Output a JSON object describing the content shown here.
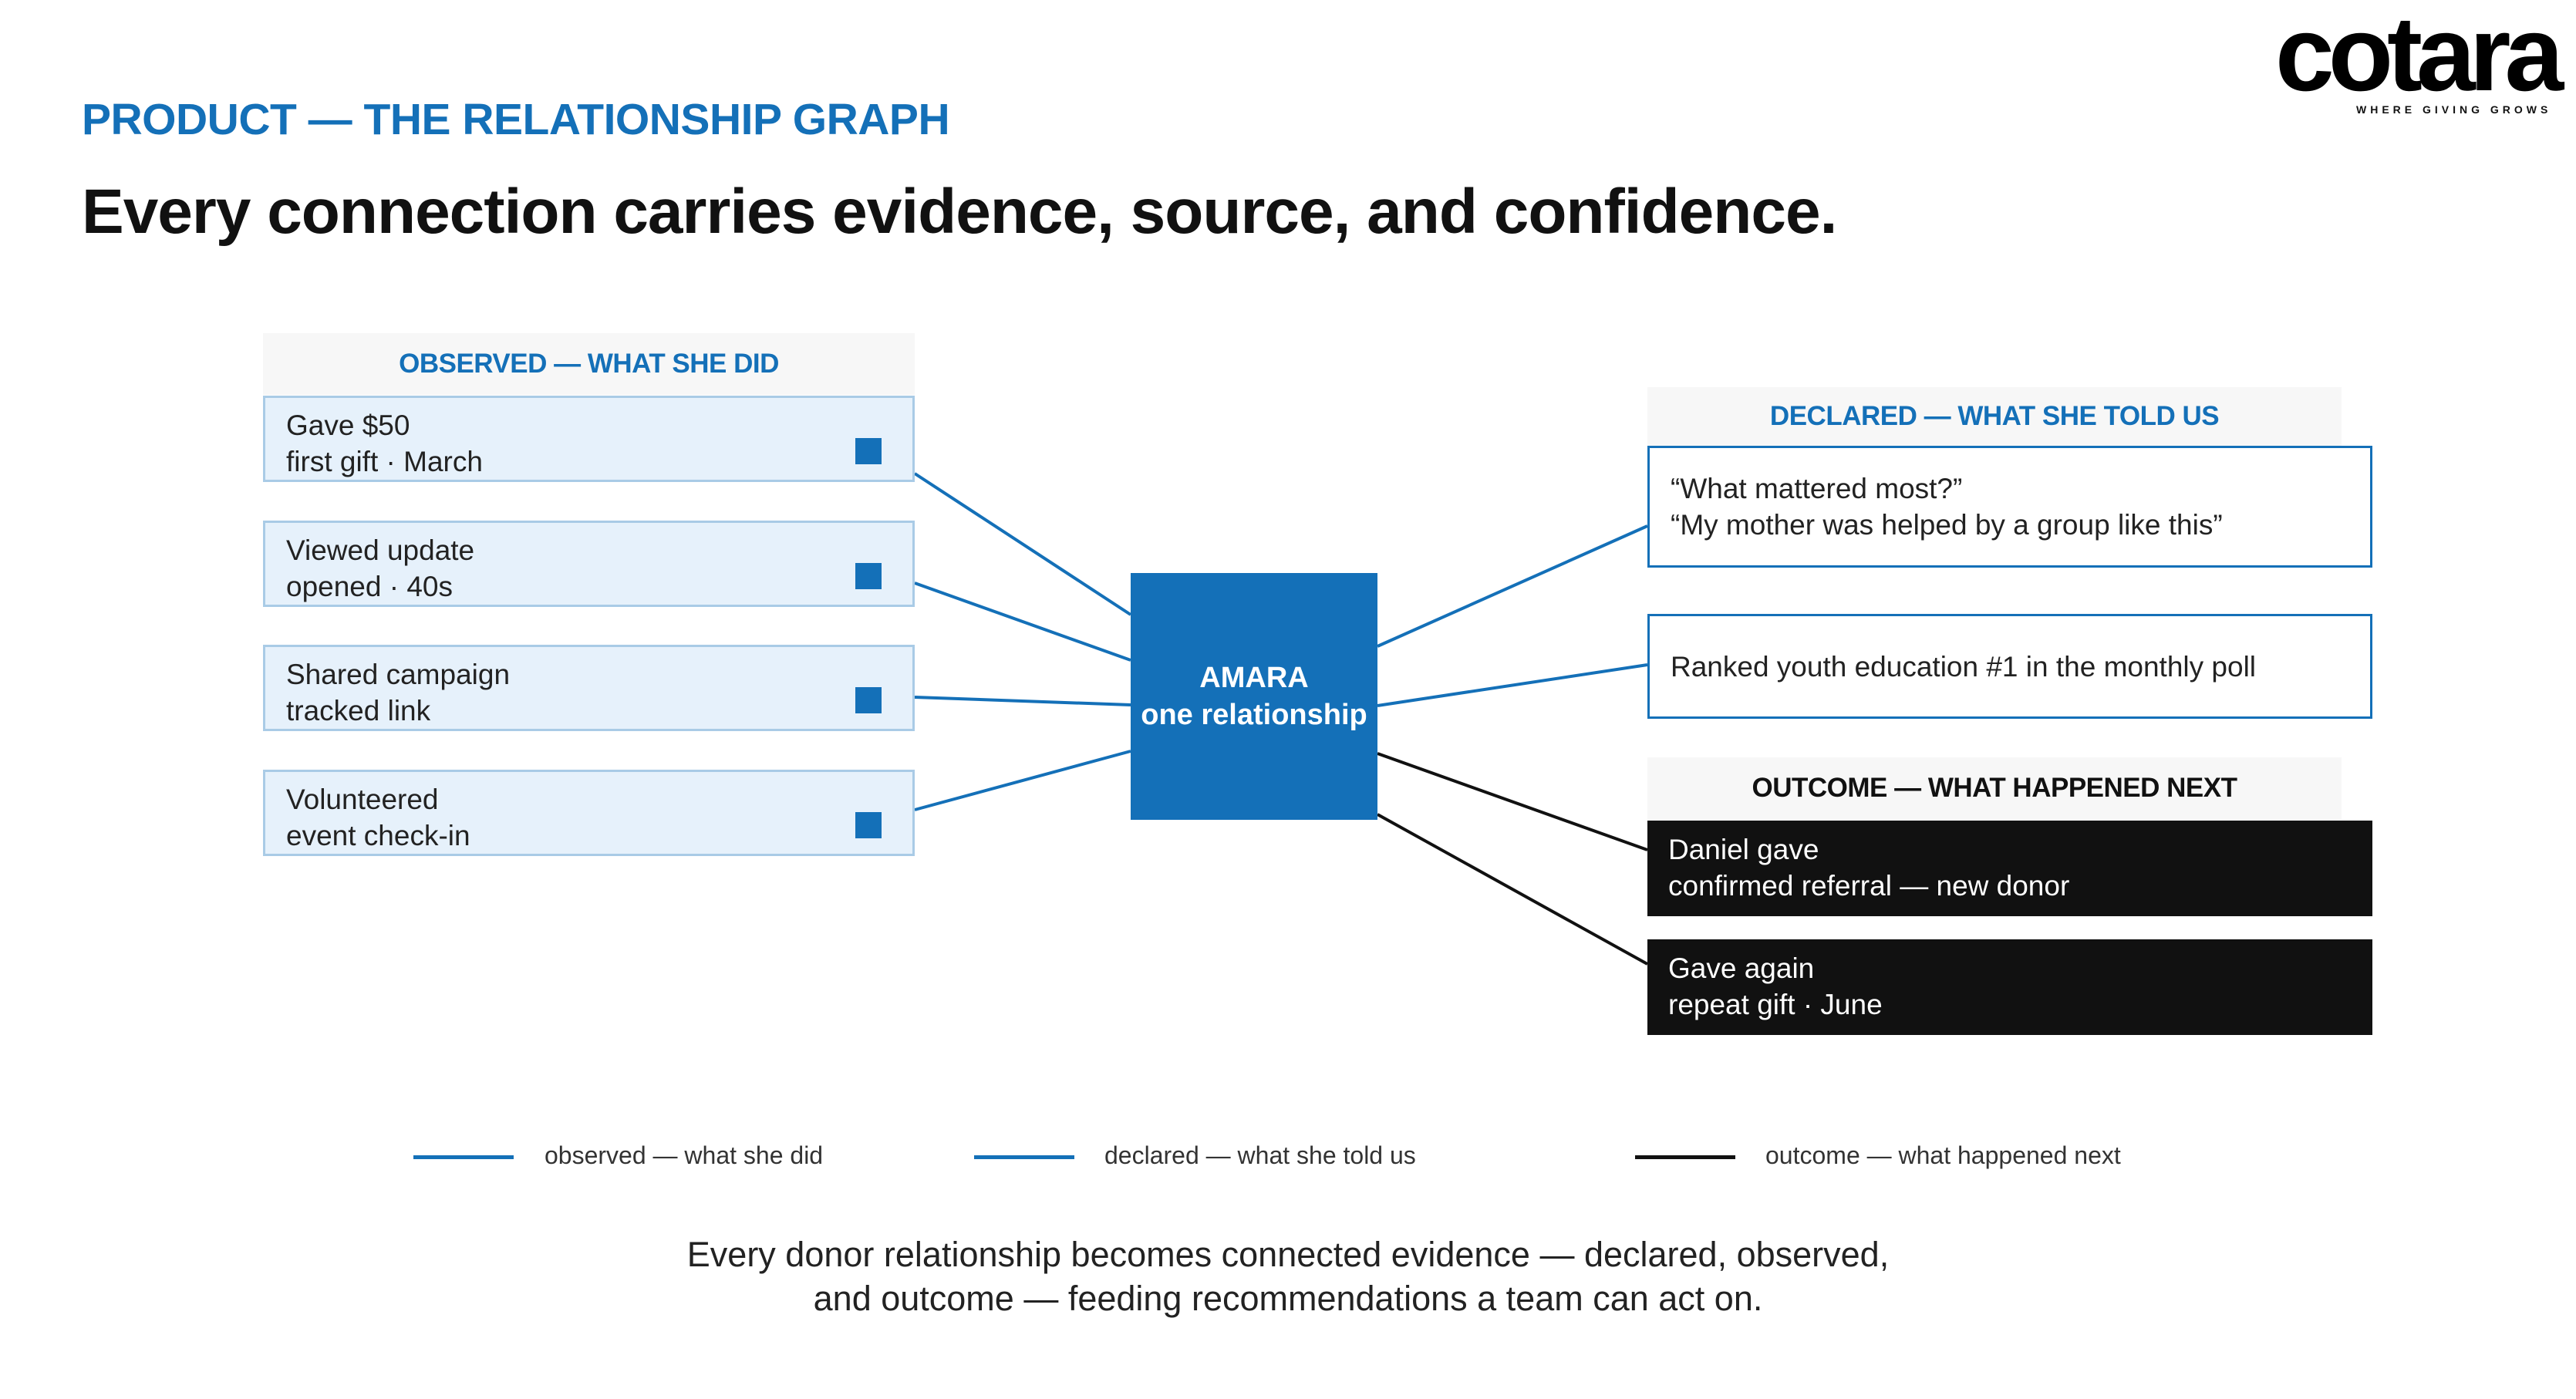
{
  "header": {
    "eyebrow": "PRODUCT — THE RELATIONSHIP GRAPH",
    "title": "Every connection carries evidence, source, and confidence."
  },
  "logo": {
    "wordmark": "cotara",
    "tagline": "WHERE GIVING GROWS"
  },
  "observed": {
    "heading": "OBSERVED — WHAT SHE DID",
    "items": [
      {
        "line1": "Gave $50",
        "line2": "first gift · March"
      },
      {
        "line1": "Viewed update",
        "line2": "opened · 40s"
      },
      {
        "line1": "Shared campaign",
        "line2": "tracked link"
      },
      {
        "line1": "Volunteered",
        "line2": "event check-in"
      }
    ]
  },
  "center": {
    "name": "AMARA",
    "subtitle": "one relationship"
  },
  "declared": {
    "heading": "DECLARED — WHAT SHE TOLD US",
    "items": [
      {
        "line1": "“What mattered most?”",
        "line2": "“My mother was helped by a group like this”"
      },
      {
        "line1": "Ranked youth education #1 in the monthly poll"
      }
    ]
  },
  "outcome": {
    "heading": "OUTCOME — WHAT HAPPENED NEXT",
    "items": [
      {
        "line1": "Daniel gave",
        "line2": "confirmed referral — new donor"
      },
      {
        "line1": "Gave again",
        "line2": "repeat gift · June"
      }
    ]
  },
  "legend": [
    {
      "label": "observed — what she did",
      "color": "#1470b8"
    },
    {
      "label": "declared — what she told us",
      "color": "#1470b8"
    },
    {
      "label": "outcome — what happened next",
      "color": "#111111"
    }
  ],
  "caption": {
    "line1": "Every donor relationship becomes connected evidence — declared, observed,",
    "line2": "and outcome — feeding recommendations a team can act on."
  },
  "colors": {
    "accent": "#1470b8",
    "dark": "#111111",
    "observed_fill": "#e6f1fb"
  }
}
